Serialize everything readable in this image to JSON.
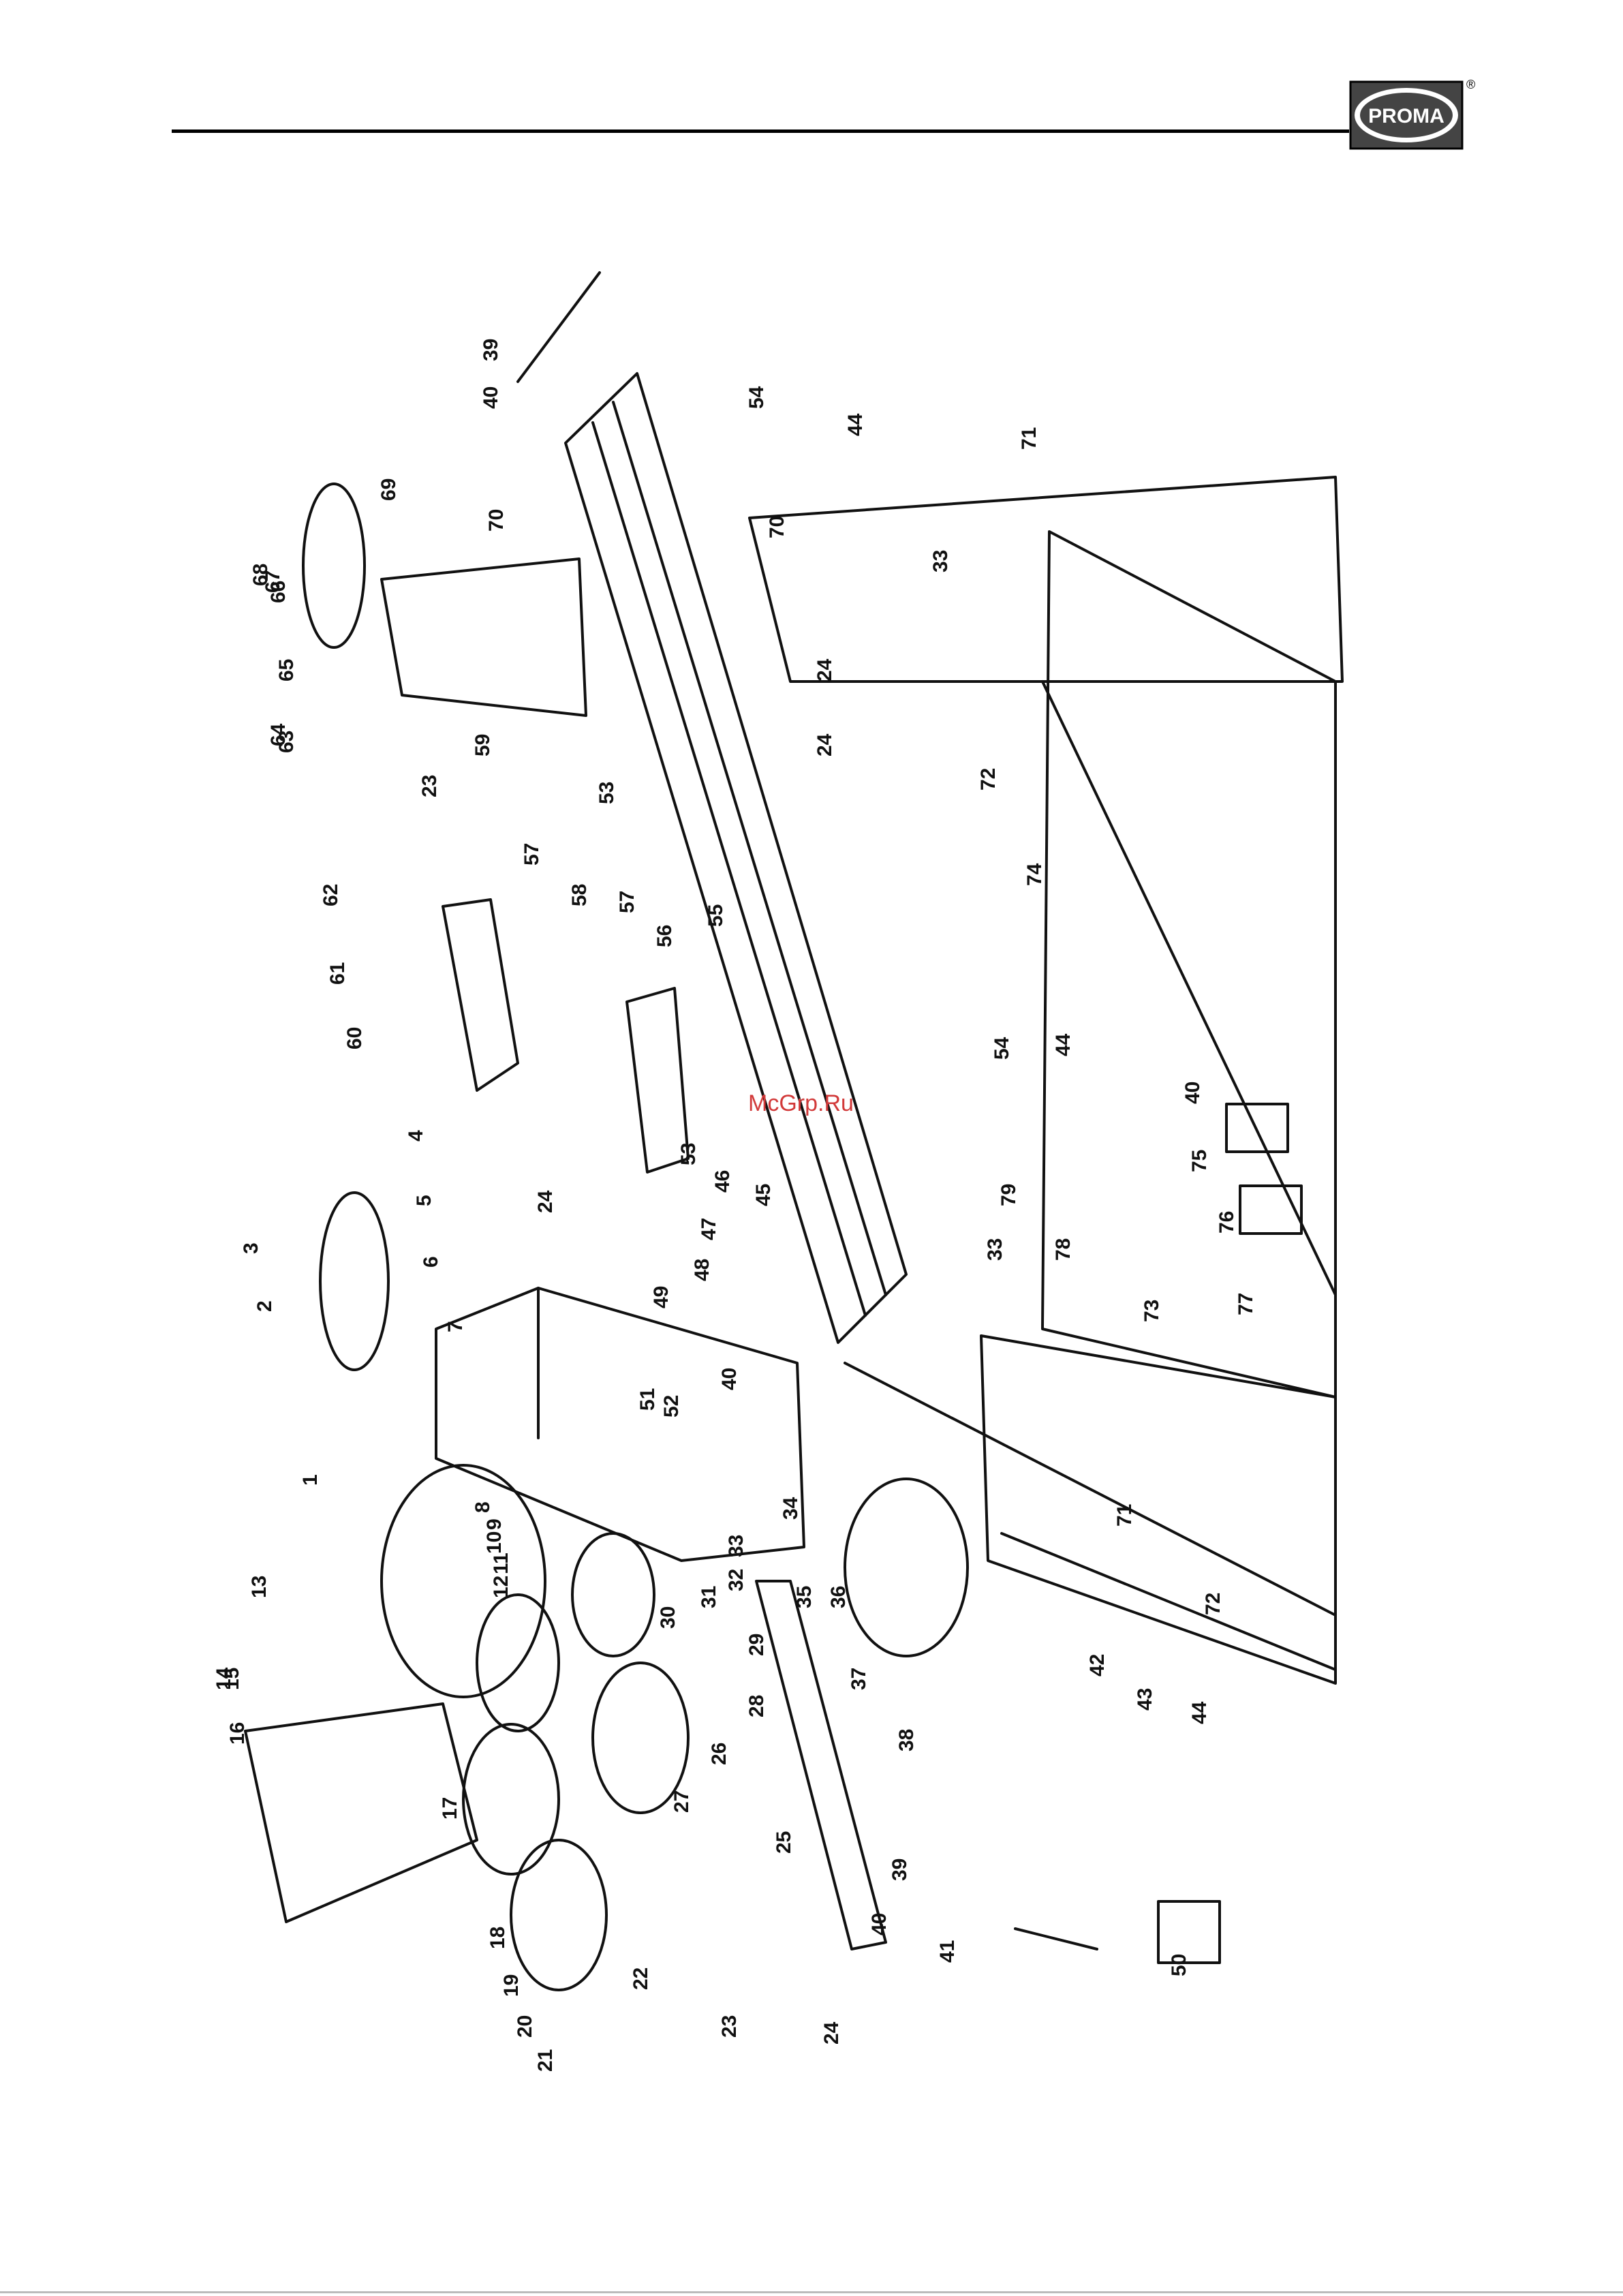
{
  "header": {
    "logo_text": "PROMA",
    "registered_mark": "®"
  },
  "watermark": "McGrp.Ru",
  "part_labels": [
    "1",
    "2",
    "3",
    "4",
    "5",
    "6",
    "7",
    "8",
    "9",
    "10",
    "11",
    "12",
    "13",
    "14",
    "15",
    "16",
    "17",
    "18",
    "19",
    "20",
    "21",
    "22",
    "23",
    "23",
    "24",
    "24",
    "24",
    "24",
    "25",
    "26",
    "27",
    "28",
    "29",
    "30",
    "31",
    "32",
    "33",
    "33",
    "33",
    "34",
    "35",
    "36",
    "37",
    "38",
    "39",
    "39",
    "40",
    "40",
    "40",
    "40",
    "41",
    "42",
    "43",
    "44",
    "44",
    "44",
    "45",
    "46",
    "47",
    "48",
    "49",
    "50",
    "51",
    "52",
    "53",
    "53",
    "54",
    "54",
    "55",
    "56",
    "57",
    "57",
    "58",
    "59",
    "60",
    "61",
    "62",
    "63",
    "64",
    "65",
    "66",
    "67",
    "68",
    "69",
    "70",
    "70",
    "71",
    "71",
    "72",
    "72",
    "73",
    "74",
    "75",
    "76",
    "77",
    "78",
    "79"
  ],
  "colors": {
    "line": "#111111",
    "logo_bg": "#444444",
    "logo_text": "#ffffff",
    "watermark": "#d23a3a"
  }
}
